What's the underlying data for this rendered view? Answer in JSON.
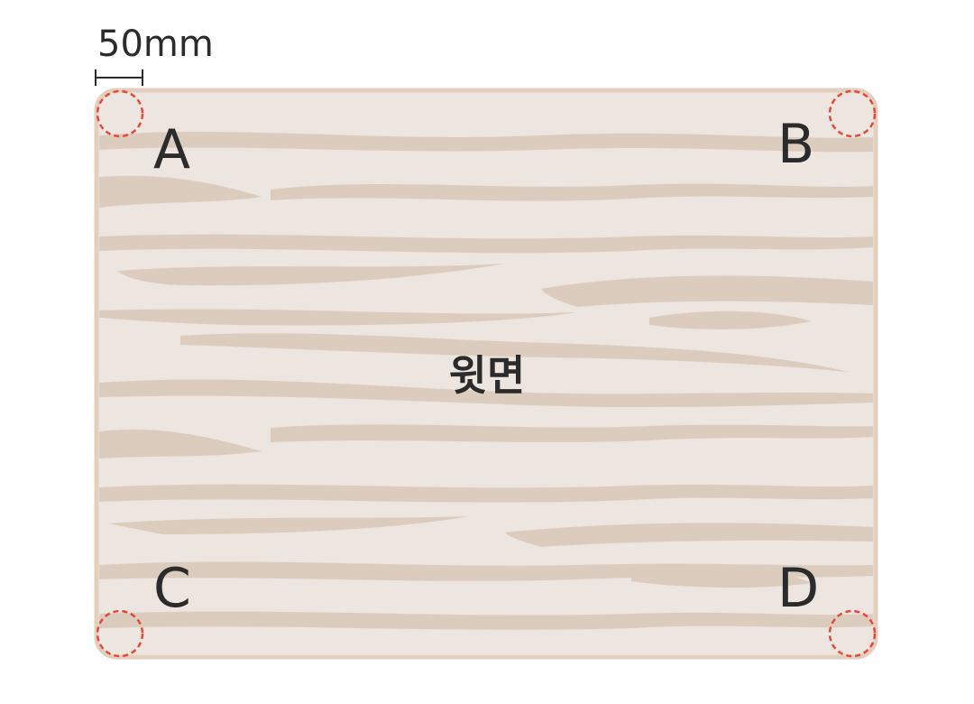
{
  "dimension": {
    "label": "50mm"
  },
  "board": {
    "label": "윗면",
    "fill": "#ede5e0",
    "grain_color": "#dcccbd",
    "border_color": "#e2cfbe"
  },
  "corners": [
    {
      "id": "A",
      "label": "A"
    },
    {
      "id": "B",
      "label": "B"
    },
    {
      "id": "C",
      "label": "C"
    },
    {
      "id": "D",
      "label": "D"
    }
  ],
  "marker": {
    "color": "#e8483a",
    "style": "dashed"
  }
}
